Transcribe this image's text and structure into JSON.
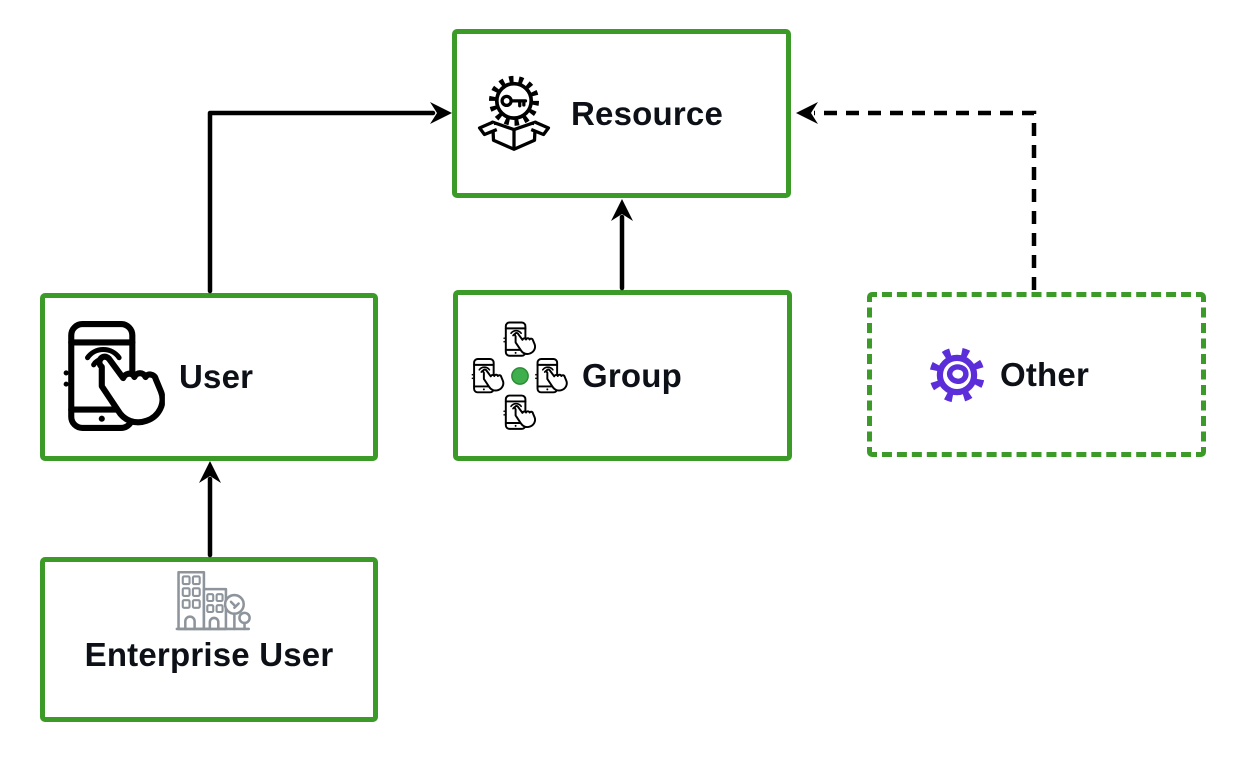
{
  "diagram": {
    "background_color": "#ffffff",
    "nodes": {
      "resource": {
        "label": "Resource",
        "icon": "key-gear-open-box-icon",
        "border_style": "solid",
        "border_color": "#3c9b28"
      },
      "user": {
        "label": "User",
        "icon": "phone-tap-icon",
        "border_style": "solid",
        "border_color": "#3c9b28"
      },
      "group": {
        "label": "Group",
        "icon": "phone-group-cluster-icon",
        "border_style": "solid",
        "border_color": "#3c9b28"
      },
      "other": {
        "label": "Other",
        "icon": "gear-icon",
        "border_style": "dashed",
        "border_color": "#3c9b28"
      },
      "enterprise_user": {
        "label": "Enterprise User",
        "icon": "buildings-tree-icon",
        "border_style": "solid",
        "border_color": "#3c9b28"
      }
    },
    "edges": [
      {
        "from": "user",
        "to": "resource",
        "line": "solid",
        "arrow_into": "resource-left-edge"
      },
      {
        "from": "group",
        "to": "resource",
        "line": "solid",
        "arrow_into": "resource-bottom-edge"
      },
      {
        "from": "other",
        "to": "resource",
        "line": "dashed",
        "arrow_into": "resource-right-edge"
      },
      {
        "from": "enterprise_user",
        "to": "user",
        "line": "solid",
        "arrow_into": "user-bottom-edge"
      }
    ],
    "colors": {
      "node_border_green": "#3c9b28",
      "arrow_black": "#000000",
      "label_text": "#0d1117",
      "other_gear_purple": "#5b2ed9",
      "group_dot_green": "#3fae4c",
      "enterprise_icon_gray": "#8d949b"
    }
  }
}
